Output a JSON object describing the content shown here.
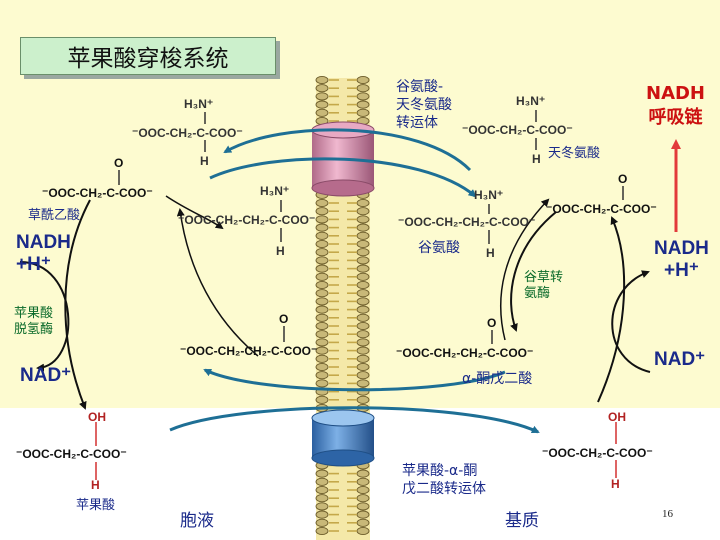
{
  "title": "苹果酸穿梭系统",
  "membrane": {
    "transporter_top_label": "谷氨酸-\n天冬氨酸\n转运体",
    "transporter_bottom_label": "苹果酸-α-酮\n戊二酸转运体"
  },
  "compartments": {
    "cytosol": "胞液",
    "matrix": "基质"
  },
  "metabolites": {
    "oxaloacetate": "草酰乙酸",
    "aspartate": "天冬氨酸",
    "glutamate": "谷氨酸",
    "alpha_kg": "α-酮戊二酸",
    "malate": "苹果酸"
  },
  "enzymes": {
    "malate_dehydrogenase": "苹果酸\n脱氢酶",
    "transaminase": "谷草转\n氨酶"
  },
  "cofactors": {
    "nadh_h_left": "NADH\n+H⁺",
    "nad_left": "NAD⁺",
    "nadh_h_right": "NADH\n+H⁺",
    "nad_right": "NAD⁺",
    "nadh_chain": "NADH\n呼吸链"
  },
  "formulas": {
    "asp_h3n": "H₃N⁺",
    "asp_backbone": "⁻OOC-CH₂-C-COO⁻",
    "asp_h": "H",
    "oaa_o": "O",
    "oaa_backbone": "⁻OOC-CH₂-C-COO⁻",
    "glu_h3n": "H₃N⁺",
    "glu_backbone": "⁻OOC-CH₂-CH₂-C-COO⁻",
    "glu_h": "H",
    "akg_o": "O",
    "akg_backbone": "⁻OOC-CH₂-CH₂-C-COO⁻",
    "mal_oh": "OH",
    "mal_backbone": "⁻OOC-CH₂-C-COO⁻",
    "mal_h": "H"
  },
  "page_number": "16"
}
